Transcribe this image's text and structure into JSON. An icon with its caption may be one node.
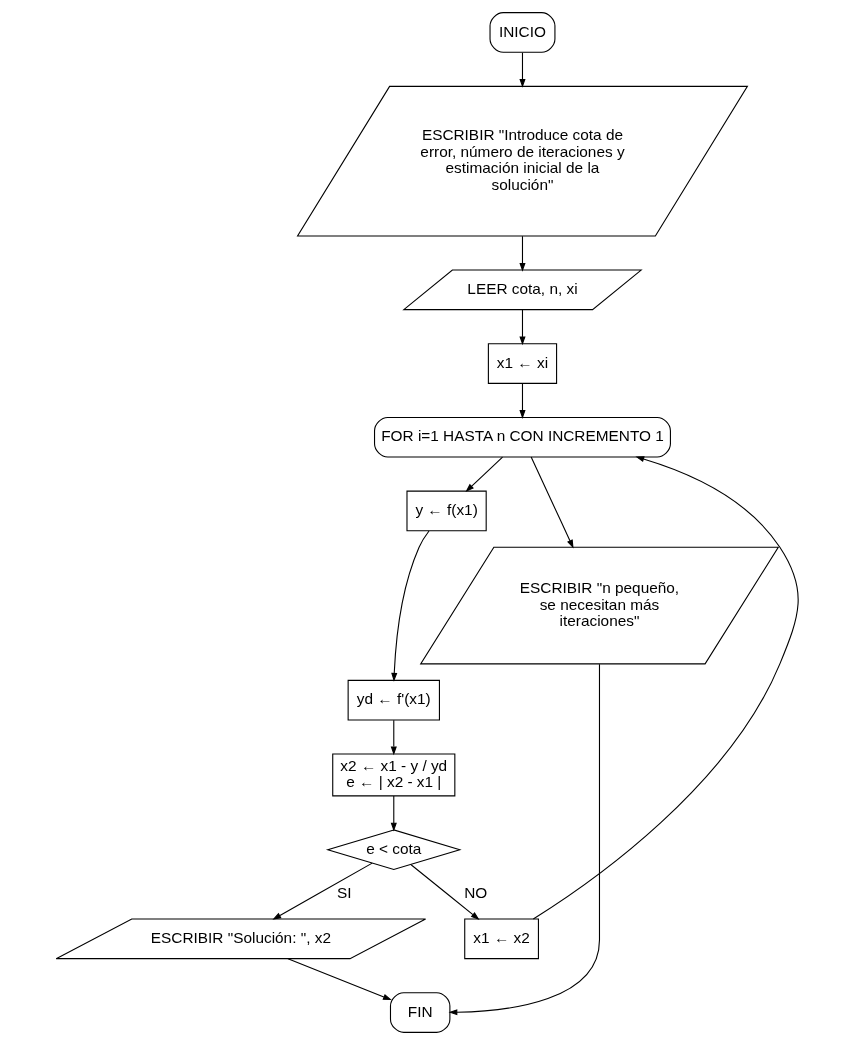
{
  "diagram": {
    "nodes": [
      {
        "text": [
          "INICIO"
        ]
      },
      {
        "text": [
          "ESCRIBIR \"Introduce cota de error, número de iteraciones y estimación inicial de la solución\""
        ]
      },
      {
        "text": [
          "LEER cota, n, xi"
        ]
      },
      {
        "text": [
          "x1 ← xi"
        ]
      },
      {
        "text": [
          "FOR i=1 HASTA n CON INCREMENTO 1"
        ]
      },
      {
        "text": [
          "y ← f(x1)"
        ]
      },
      {
        "text": [
          "yd ← f'(x1)"
        ]
      },
      {
        "text": [
          "x2 ← x1 - y / yd e ← | x2 - x1 |"
        ]
      },
      {
        "text": [
          "e < cota"
        ]
      },
      {
        "text": [
          "ESCRIBIR \"Solución: \", x2"
        ]
      },
      {
        "text": [
          "x1 ← x2"
        ]
      },
      {
        "text": [
          "ESCRIBIR \"n pequeño, se necesitan más iteraciones\""
        ]
      },
      {
        "text": [
          "FIN"
        ]
      }
    ],
    "edges": [
      {
        "from": 0,
        "to": 1,
        "arrow": "to"
      },
      {
        "from": 1,
        "to": 2,
        "arrow": "to"
      },
      {
        "from": 2,
        "to": 3,
        "arrow": "to"
      },
      {
        "from": 3,
        "to": 4,
        "arrow": "to"
      },
      {
        "from": 4,
        "to": 5,
        "arrow": "to"
      },
      {
        "from": 5,
        "to": 6,
        "arrow": "to"
      },
      {
        "from": 6,
        "to": 7,
        "arrow": "to"
      },
      {
        "from": 7,
        "to": 8,
        "arrow": "to"
      },
      {
        "from": 8,
        "to": 9,
        "arrow": "to",
        "label": "SI"
      },
      {
        "from": 8,
        "to": 10,
        "arrow": "to",
        "label": "NO"
      },
      {
        "from": 10,
        "to": 4,
        "arrow": "to"
      },
      {
        "from": 4,
        "to": 11,
        "arrow": "to"
      },
      {
        "from": 11,
        "to": 12,
        "arrow": "to"
      },
      {
        "from": 9,
        "to": 12,
        "arrow": "to"
      }
    ]
  }
}
